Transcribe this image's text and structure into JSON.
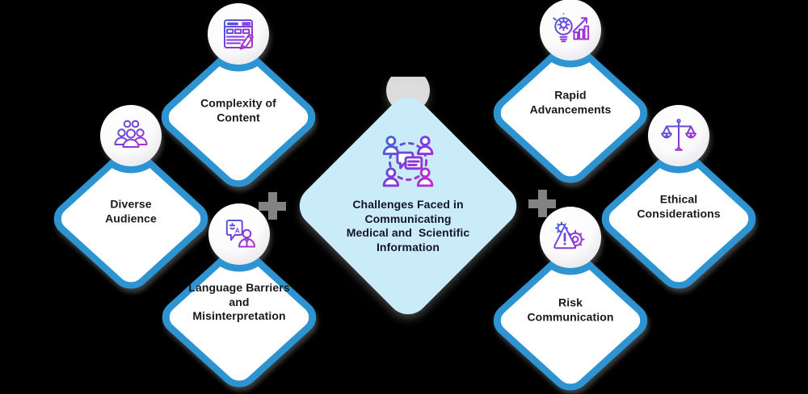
{
  "colors": {
    "background": "#000000",
    "diamond_border": "#2e93d1",
    "diamond_fill": "#ffffff",
    "center_fill": "#c9ecf8",
    "label_text": "#18181f",
    "connector_gray": "#828282",
    "icon_gradient": [
      "#3b6bd6",
      "#7d3bdc",
      "#c32ccb"
    ]
  },
  "center": {
    "title": "Challenges Faced in\nCommunicating\nMedical and  Scientific\nInformation",
    "icon": "people-chat-icon"
  },
  "cards": [
    {
      "id": "complexity",
      "label": "Complexity of\nContent",
      "icon": "document-edit-icon"
    },
    {
      "id": "diverse",
      "label": "Diverse\nAudience",
      "icon": "people-group-icon"
    },
    {
      "id": "language",
      "label": "Language Barriers\nand\nMisinterpretation",
      "icon": "translate-person-icon"
    },
    {
      "id": "rapid",
      "label": "Rapid\nAdvancements",
      "icon": "bulb-gear-chart-icon"
    },
    {
      "id": "ethical",
      "label": "Ethical\nConsiderations",
      "icon": "scales-icon"
    },
    {
      "id": "risk",
      "label": "Risk\nCommunication",
      "icon": "warning-gear-icon"
    }
  ]
}
